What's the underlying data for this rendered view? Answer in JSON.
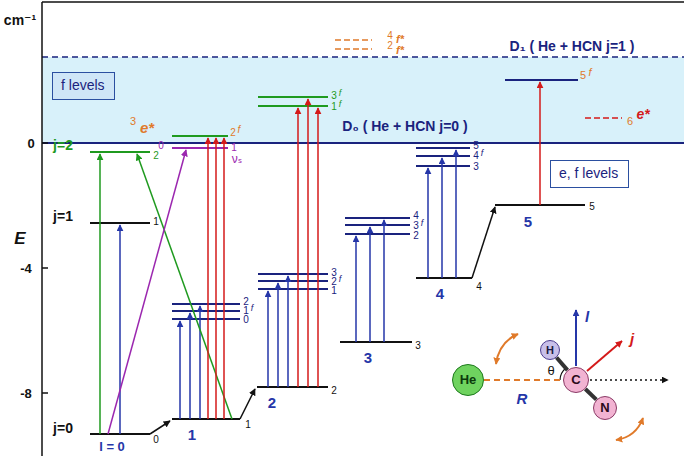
{
  "diagram": {
    "nodes": [
      {
        "text": [
          "f levels"
        ]
      },
      {
        "text": [
          "e, f levels"
        ]
      },
      {
        "text": [
          "H"
        ]
      },
      {
        "text": [
          "He"
        ]
      },
      {
        "text": [
          "C"
        ]
      },
      {
        "text": [
          "N"
        ]
      }
    ],
    "edges": [
      {
        "from": 2,
        "to": 4,
        "arrow": "none"
      },
      {
        "from": 4,
        "to": 5,
        "arrow": "none"
      },
      {
        "from": 3,
        "to": 4,
        "arrow": "none"
      }
    ],
    "labels": [
      "cm⁻¹",
      "E",
      "0",
      "-4",
      "-8",
      "D₁ ( He + HCN j=1 )",
      "D₀ ( He + HCN j=0 )",
      "j=2",
      "j=1",
      "j=0",
      "l = 0",
      "0",
      "2",
      "0",
      "1",
      "3",
      "e*",
      "2",
      "f",
      "1",
      "νₛ",
      "2",
      "1",
      "f",
      "0",
      "1",
      "1",
      "2",
      "2",
      "3",
      "3",
      "4",
      "4",
      "5",
      "5",
      "3",
      "2",
      "f",
      "1",
      "3",
      "f",
      "1",
      "f",
      "4",
      "3",
      "f",
      "2",
      "5",
      "4",
      "f",
      "3",
      "5",
      "f",
      "4",
      "f*",
      "2",
      "f*",
      "6",
      "e*",
      "l",
      "j",
      "θ",
      "R"
    ]
  }
}
